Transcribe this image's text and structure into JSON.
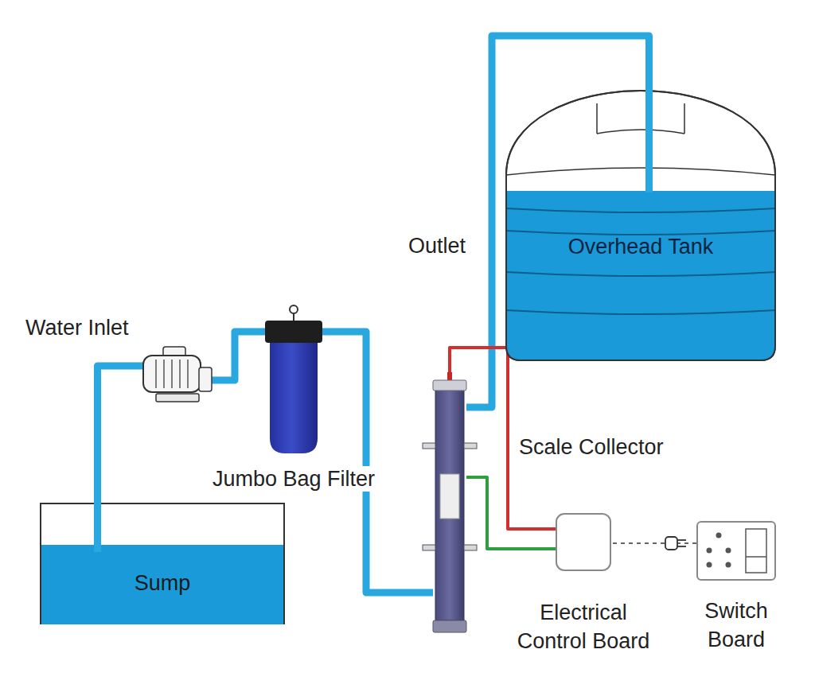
{
  "diagram": {
    "nodes": [
      {
        "text": [
          "Sump"
        ]
      },
      {
        "text": [
          "Jumbo Bag Filter"
        ]
      },
      {
        "text": [
          "Scale Collector"
        ]
      },
      {
        "text": [
          "Overhead Tank"
        ]
      },
      {
        "text": [
          "Electrical Control Board"
        ]
      },
      {
        "text": [
          "Switch Board"
        ]
      }
    ],
    "edges": [
      {
        "from": 0,
        "to": 1,
        "arrow": "none"
      },
      {
        "from": 1,
        "to": 2,
        "arrow": "none"
      },
      {
        "from": 2,
        "to": 3,
        "arrow": "none"
      },
      {
        "from": 4,
        "to": 2,
        "arrow": "none"
      },
      {
        "from": 4,
        "to": 2,
        "arrow": "none"
      },
      {
        "from": 5,
        "to": 4,
        "arrow": "none"
      }
    ],
    "labels": [
      "Water Inlet",
      "Outlet"
    ]
  }
}
